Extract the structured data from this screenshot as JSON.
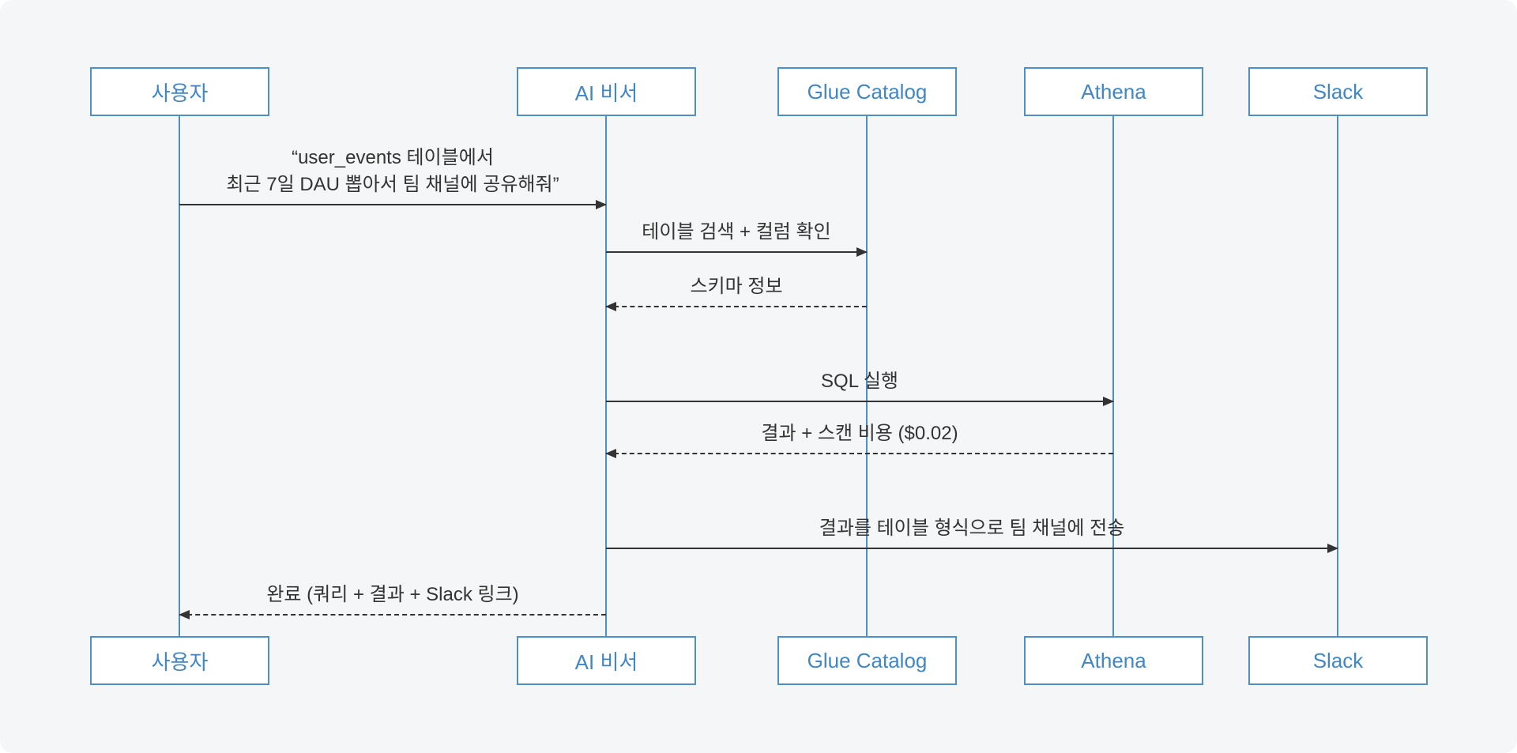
{
  "diagram": {
    "type": "sequence-diagram",
    "colors": {
      "background": "#f5f6f7",
      "actor_border": "#4e8fc7",
      "actor_text": "#4286c3",
      "lifeline": "#4e8fc7",
      "message_text": "#333333",
      "arrow": "#333333"
    }
  },
  "actors": [
    {
      "label": "사용자"
    },
    {
      "label": "AI 비서"
    },
    {
      "label": "Glue Catalog"
    },
    {
      "label": "Athena"
    },
    {
      "label": "Slack"
    }
  ],
  "messages": [
    {
      "from": "사용자",
      "to": "AI 비서",
      "style": "solid",
      "direction": "right",
      "lines": [
        "“user_events 테이블에서",
        "최근 7일 DAU 뽑아서 팀 채널에 공유해줘”"
      ]
    },
    {
      "from": "AI 비서",
      "to": "Glue Catalog",
      "style": "solid",
      "direction": "right",
      "lines": [
        "테이블 검색 + 컬럼 확인"
      ]
    },
    {
      "from": "Glue Catalog",
      "to": "AI 비서",
      "style": "dashed",
      "direction": "left",
      "lines": [
        "스키마 정보"
      ]
    },
    {
      "from": "AI 비서",
      "to": "Athena",
      "style": "solid",
      "direction": "right",
      "lines": [
        "SQL 실행"
      ]
    },
    {
      "from": "Athena",
      "to": "AI 비서",
      "style": "dashed",
      "direction": "left",
      "lines": [
        "결과 + 스캔 비용 ($0.02)"
      ]
    },
    {
      "from": "AI 비서",
      "to": "Slack",
      "style": "solid",
      "direction": "right",
      "lines": [
        "결과를 테이블 형식으로 팀 채널에 전송"
      ]
    },
    {
      "from": "AI 비서",
      "to": "사용자",
      "style": "dashed",
      "direction": "left",
      "lines": [
        "완료 (쿼리 + 결과 + Slack 링크)"
      ]
    }
  ]
}
